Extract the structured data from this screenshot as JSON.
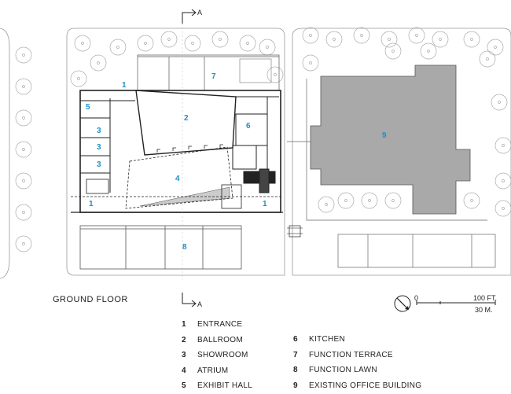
{
  "title": "GROUND FLOOR",
  "section_marker": "A",
  "scale": {
    "zero": "0",
    "feet": "100 FT.",
    "meters": "30 M."
  },
  "legend": [
    {
      "num": "1",
      "label": "ENTRANCE"
    },
    {
      "num": "2",
      "label": "BALLROOM"
    },
    {
      "num": "3",
      "label": "SHOWROOM"
    },
    {
      "num": "4",
      "label": "ATRIUM"
    },
    {
      "num": "5",
      "label": "EXHIBIT HALL"
    },
    {
      "num": "6",
      "label": "KITCHEN"
    },
    {
      "num": "7",
      "label": "FUNCTION TERRACE"
    },
    {
      "num": "8",
      "label": "FUNCTION LAWN"
    },
    {
      "num": "9",
      "label": "EXISTING OFFICE BUILDING"
    }
  ],
  "plan_labels": {
    "entrance_nw": "1",
    "entrance_sw": "1",
    "entrance_se": "1",
    "ballroom": "2",
    "showroom_a": "3",
    "showroom_b": "3",
    "showroom_c": "3",
    "atrium": "4",
    "exhibit_hall": "5",
    "kitchen": "6",
    "terrace": "7",
    "lawn": "8",
    "office": "9"
  },
  "colors": {
    "accent": "#1e8fc6",
    "office_fill": "#a9a9a9",
    "line": "#222222"
  }
}
